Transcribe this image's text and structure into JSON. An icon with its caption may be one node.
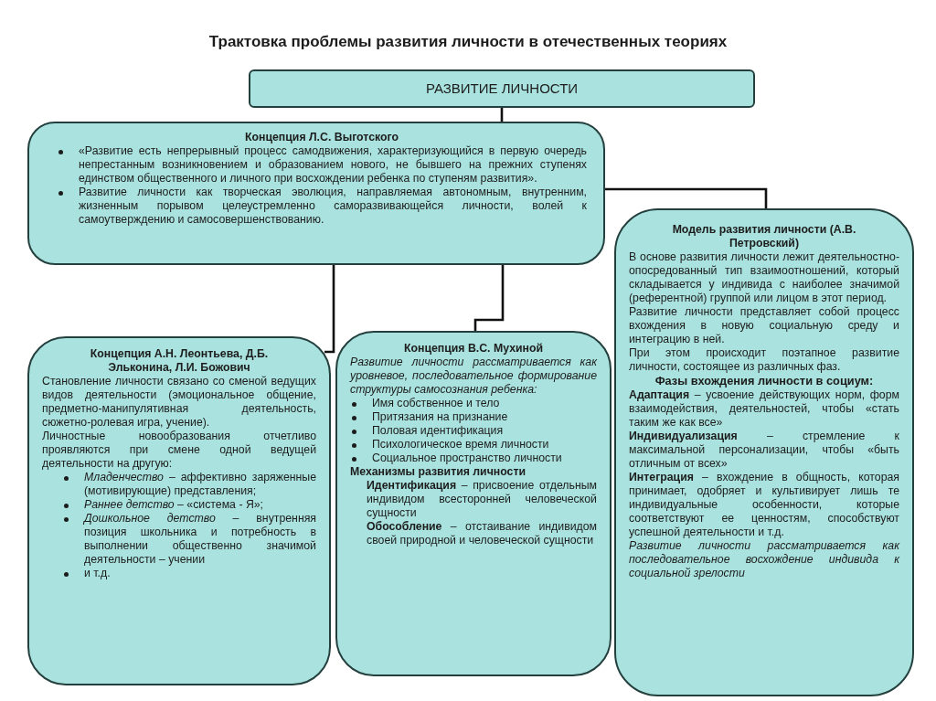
{
  "diagram": {
    "title": "Трактовка проблемы развития личности в отечественных теориях",
    "nodes": [
      {
        "text": [
          "РАЗВИТИЕ ЛИЧНОСТИ"
        ]
      },
      {
        "text": [
          "Концепция Л.С. Выготского",
          "«Развитие есть непрерывный процесс самодвижения, характеризующийся в первую очередь непрестанным возникновением и образованием нового, не бывшего на прежних ступенях единством общественного и личного при восхождении ребенка по ступеням развития».",
          "Развитие личности как творческая эволюция, направляемая автономным, внутренним, жизненным порывом целеустремленно саморазвивающейся личности, волей к самоутверждению и самосовершенствованию."
        ]
      },
      {
        "text": [
          "Концепция А.Н. Леонтьева, Д.Б. Эльконина, Л.И. Божович",
          "Становление личности связано со сменой ведущих видов деятельности (эмоциональное общение, предметно-манипулятивная деятельность, сюжетно-ролевая игра, учение).",
          "Личностные новообразования отчетливо проявляются при смене одной ведущей деятельности на другую:",
          "*Младенчество* – аффективно заряженные (мотивирующие) представления;",
          "*Раннее детство* – «система - Я»;",
          "*Дошкольное детство* – внутренняя позиция школьника и потребность в выполнении общественно значимой деятельности – учении",
          "и т.д."
        ]
      },
      {
        "text": [
          "Концепция В.С. Мухиной",
          "Развитие личности рассматривается как уровневое, последовательное формирование структуры самосознания ребенка:",
          "Имя собственное и тело",
          "Притязания на признание",
          "Половая идентификация",
          "Психологическое время личности",
          "Социальное пространство личности",
          "Механизмы развития личности",
          "**Идентификация** – присвоение отдельным индивидом всесторонней человеческой сущности",
          "**Обособление** – отстаивание индивидом своей природной и человеческой сущности"
        ]
      },
      {
        "text": [
          "Модель развития личности (А.В. Петровский)",
          "В основе развития личности лежит деятельностно-опосредованный тип взаимоотношений, который складывается у индивида с наиболее значимой (референтной) группой или лицом в этот период.",
          "Развитие личности представляет собой процесс вхождения в новую социальную среду и интеграцию в ней.",
          "При этом происходит поэтапное развитие личности, состоящее из различных фаз.",
          "Фазы вхождения личности в социум:",
          "**Адаптация** – усвоение действующих норм, форм взаимодействия, деятельностей, чтобы «стать таким же как все»",
          "**Индивидуализация** – стремление к максимальной персонализации, чтобы «быть отличным от всех»",
          "**Интеграция** – вхождение в общность, которая принимает, одобряет и культивирует лишь те индивидуальные особенности, которые соответствуют ее ценностям, способствуют успешной деятельности и т.д.",
          "Развитие личности рассматривается как последовательное восхождение индивида к социальной зрелости"
        ]
      }
    ],
    "edges": [
      {
        "from": 0,
        "to": 1,
        "arrow": "none"
      },
      {
        "from": 1,
        "to": 4,
        "arrow": "none"
      },
      {
        "from": 1,
        "to": 2,
        "arrow": "none"
      },
      {
        "from": 1,
        "to": 3,
        "arrow": "none"
      }
    ]
  }
}
